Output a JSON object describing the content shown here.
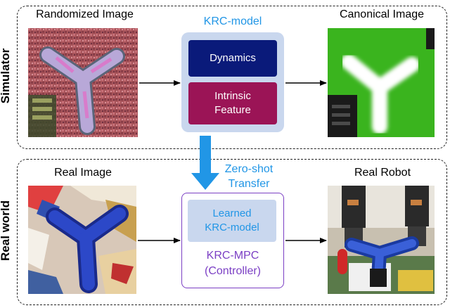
{
  "rows": {
    "simulator": "Simulator",
    "real_world": "Real world"
  },
  "simulator": {
    "randomized_image_caption": "Randomized Image",
    "canonical_image_caption": "Canonical Image",
    "model_title": "KRC-model",
    "dynamics_label": "Dynamics",
    "feature_line1": "Intrinsic",
    "feature_line2": "Feature"
  },
  "transfer": {
    "line1": "Zero-shot",
    "line2": "Transfer"
  },
  "real": {
    "real_image_caption": "Real Image",
    "real_robot_caption": "Real Robot",
    "learned_line1": "Learned",
    "learned_line2": "KRC-model",
    "mpc_line1": "KRC-MPC",
    "mpc_line2": "(Controller)"
  },
  "colors": {
    "accent_blue": "#2196e6",
    "dynamics_navy": "#0a1a7a",
    "feature_maroon": "#9b1456",
    "model_bg": "#c9d7ee",
    "controller_purple": "#7b3fc4",
    "canonical_green": "#3ab41e"
  }
}
